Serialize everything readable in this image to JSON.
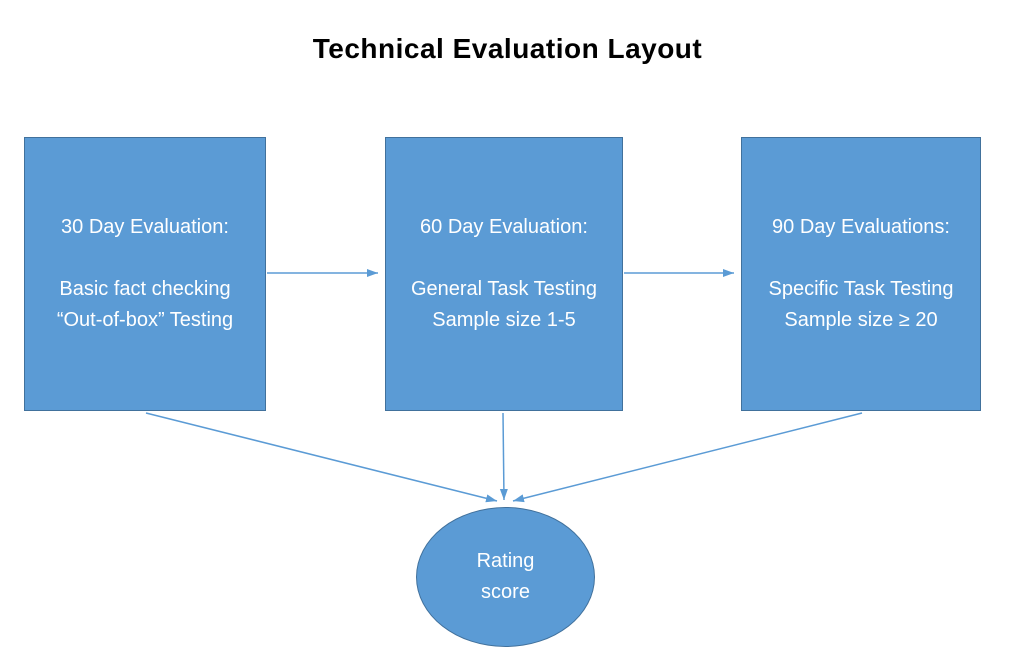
{
  "title": "Technical Evaluation Layout",
  "colors": {
    "shape_fill": "#5b9bd5",
    "shape_border": "#41719c",
    "connector": "#5b9bd5",
    "text_color": "#ffffff",
    "title_color": "#000000",
    "background": "#ffffff"
  },
  "boxes": [
    {
      "id": "box-30-day",
      "lines": [
        "30 Day Evaluation:",
        "",
        "Basic fact checking",
        "“Out-of-box” Testing"
      ]
    },
    {
      "id": "box-60-day",
      "lines": [
        "60 Day Evaluation:",
        "",
        "General Task Testing",
        "Sample size 1-5"
      ]
    },
    {
      "id": "box-90-day",
      "lines": [
        "90 Day Evaluations:",
        "",
        "Specific Task Testing",
        "Sample size ≥ 20"
      ]
    }
  ],
  "oval": {
    "id": "rating-score",
    "lines": [
      "Rating",
      "score"
    ]
  },
  "connections": [
    {
      "from": "box-30-day",
      "to": "box-60-day"
    },
    {
      "from": "box-60-day",
      "to": "box-90-day"
    },
    {
      "from": "box-30-day",
      "to": "rating-score"
    },
    {
      "from": "box-60-day",
      "to": "rating-score"
    },
    {
      "from": "box-90-day",
      "to": "rating-score"
    }
  ]
}
